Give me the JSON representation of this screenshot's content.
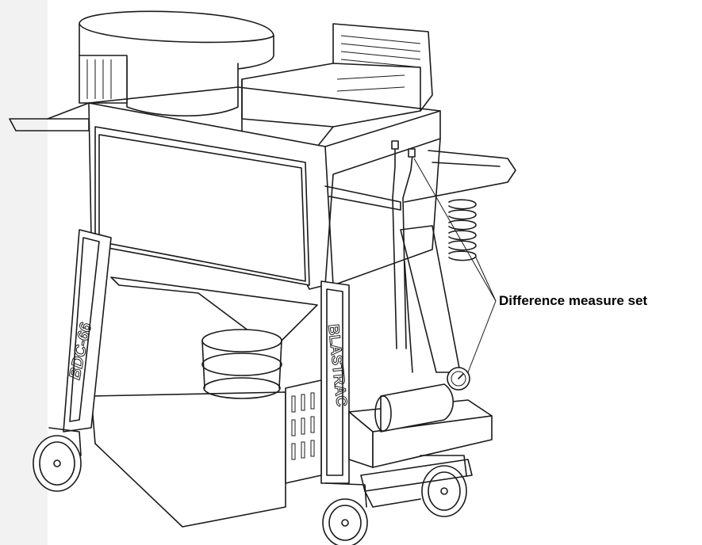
{
  "callout": {
    "text": "Difference measure set"
  },
  "machine_text": {
    "left_leg": "BDC-66",
    "right_leg": "BLASTRAC"
  },
  "colors": {
    "line": "#1a1a1a",
    "background": "#ffffff"
  }
}
